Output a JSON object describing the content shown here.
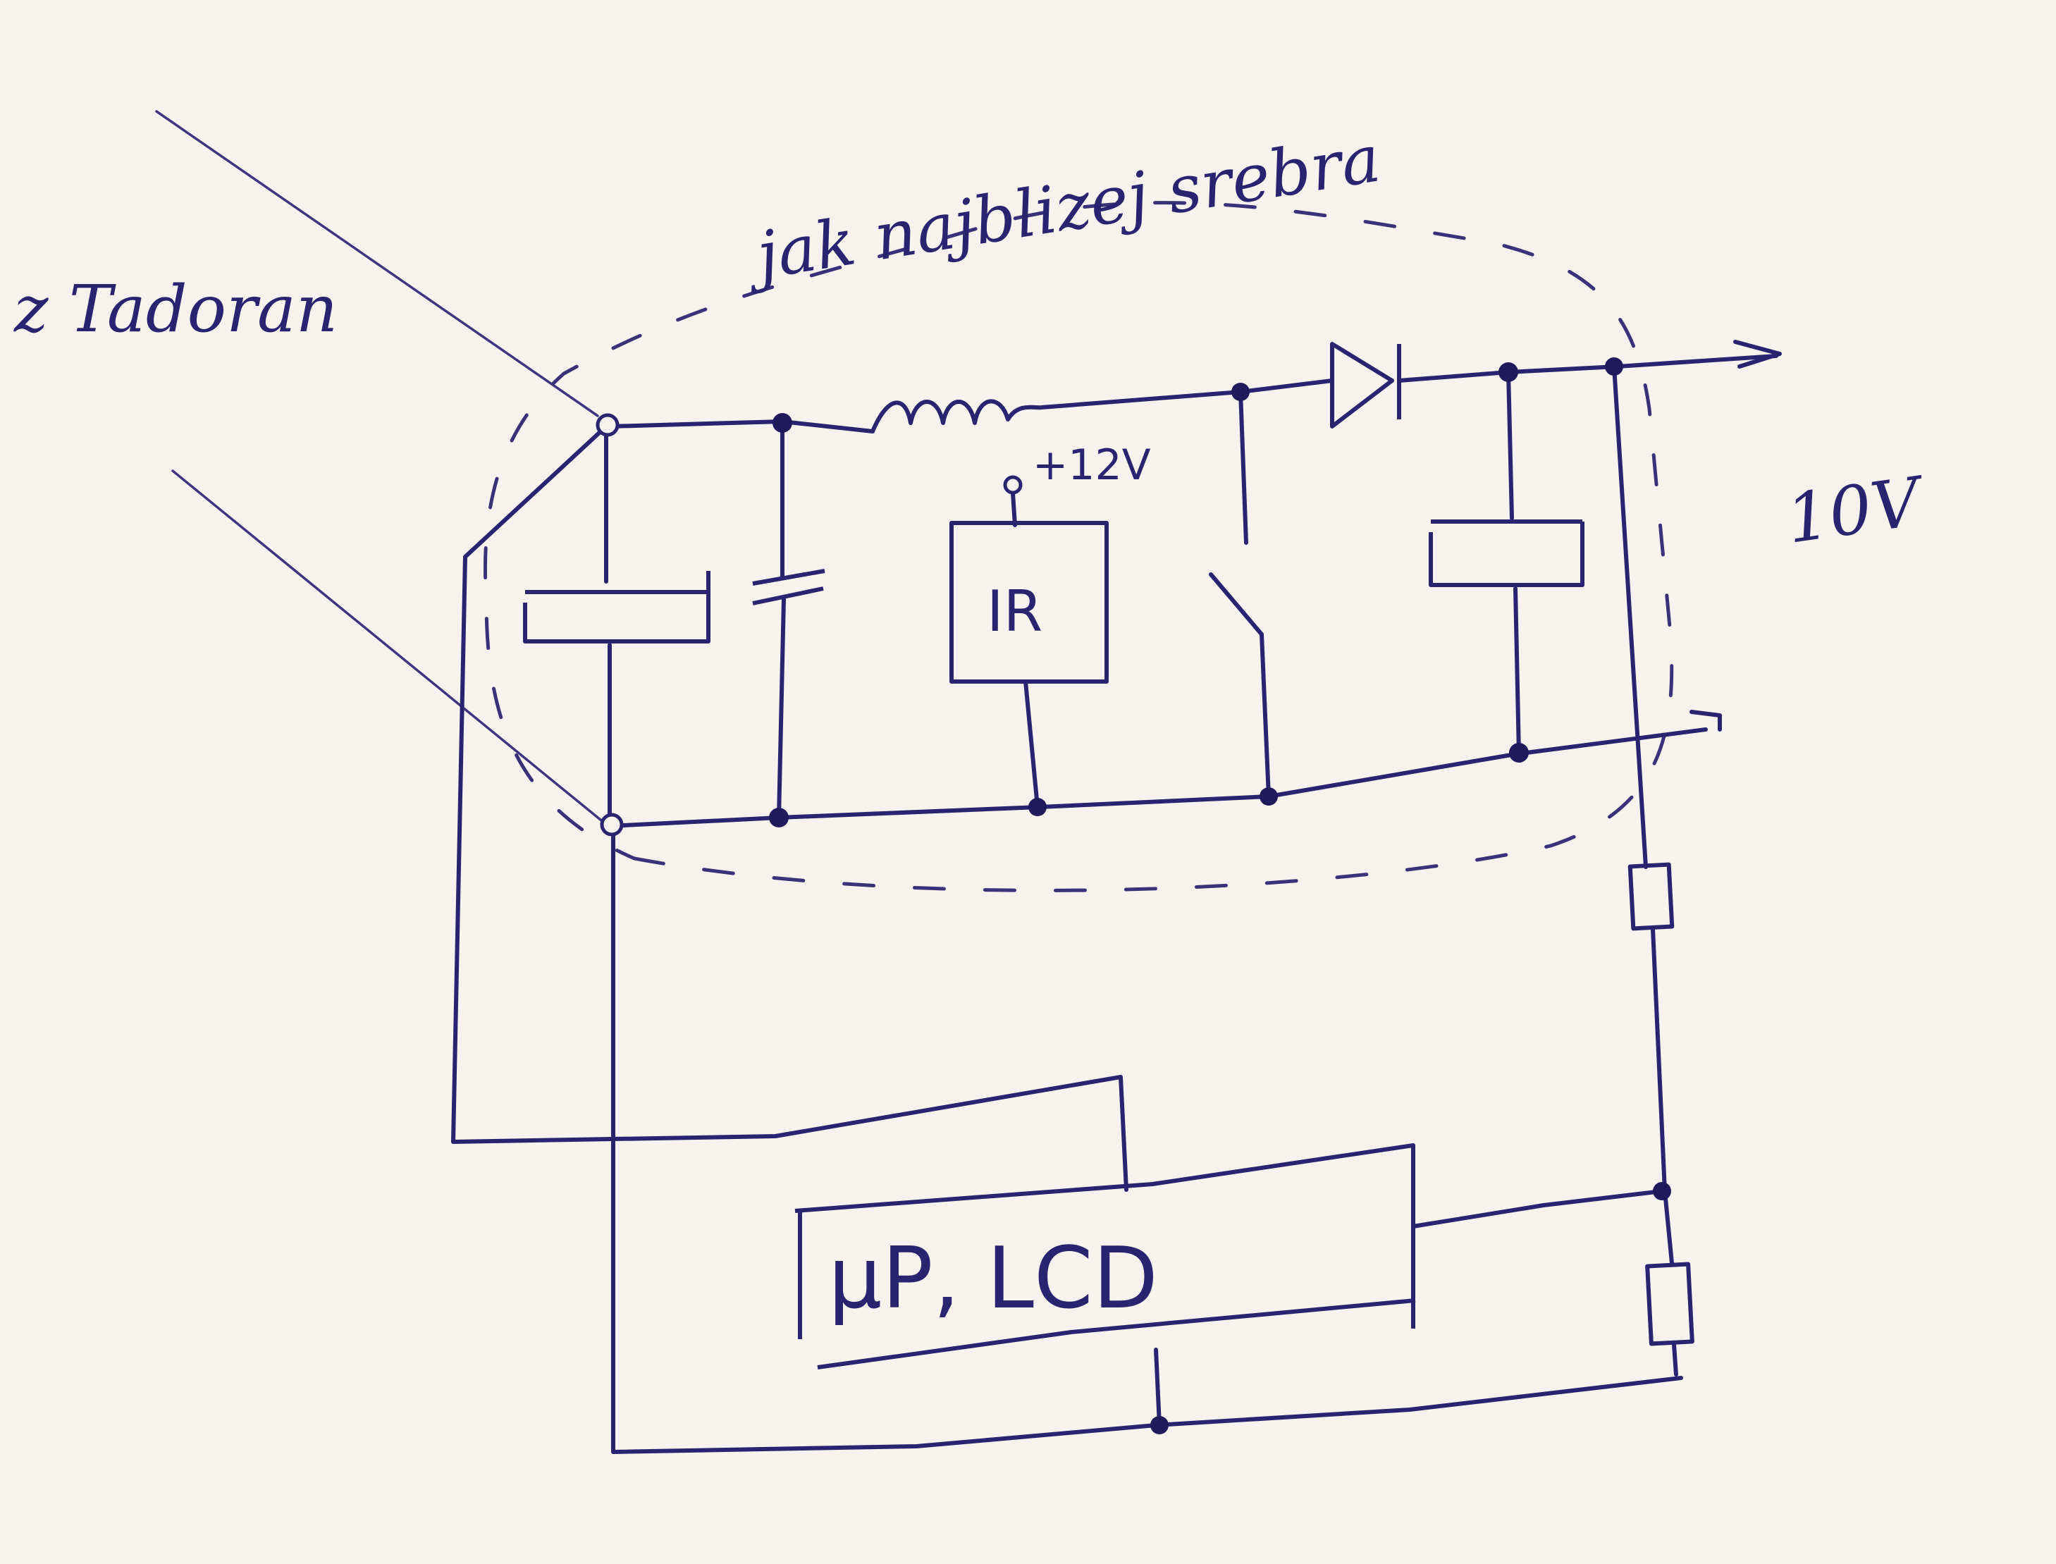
{
  "labels": {
    "source": "z Tadoran",
    "note": "jak najblizej srebra",
    "supply": "+12V",
    "ir_block": "IR",
    "output_voltage": "10V",
    "processor_block": "µP, LCD"
  },
  "colors": {
    "ink": "#2a2470",
    "paper": "#f6f3ee"
  }
}
